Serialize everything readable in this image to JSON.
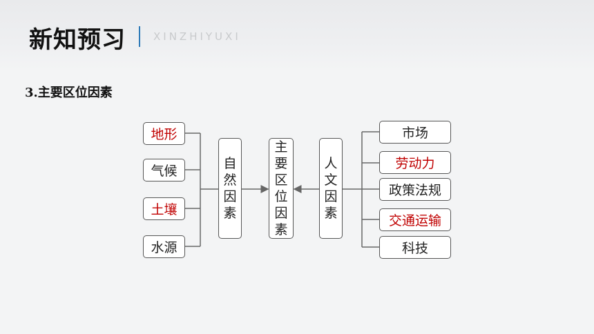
{
  "header": {
    "title": "新知预习",
    "subtitle": "XINZHIYUXI"
  },
  "section_title": "3.主要区位因素",
  "diagram": {
    "natural_factors": [
      {
        "label": "地形",
        "highlight": true
      },
      {
        "label": "气候",
        "highlight": false
      },
      {
        "label": "土壤",
        "highlight": true
      },
      {
        "label": "水源",
        "highlight": false
      }
    ],
    "natural_group": "自然因素",
    "center": "主要区位因素",
    "human_group": "人文因素",
    "human_factors": [
      {
        "label": "市场",
        "highlight": false
      },
      {
        "label": "劳动力",
        "highlight": true
      },
      {
        "label": "政策法规",
        "highlight": false
      },
      {
        "label": "交通运输",
        "highlight": true
      },
      {
        "label": "科技",
        "highlight": false
      }
    ],
    "colors": {
      "highlight": "#c00000",
      "normal": "#222222",
      "border": "#555555"
    }
  }
}
